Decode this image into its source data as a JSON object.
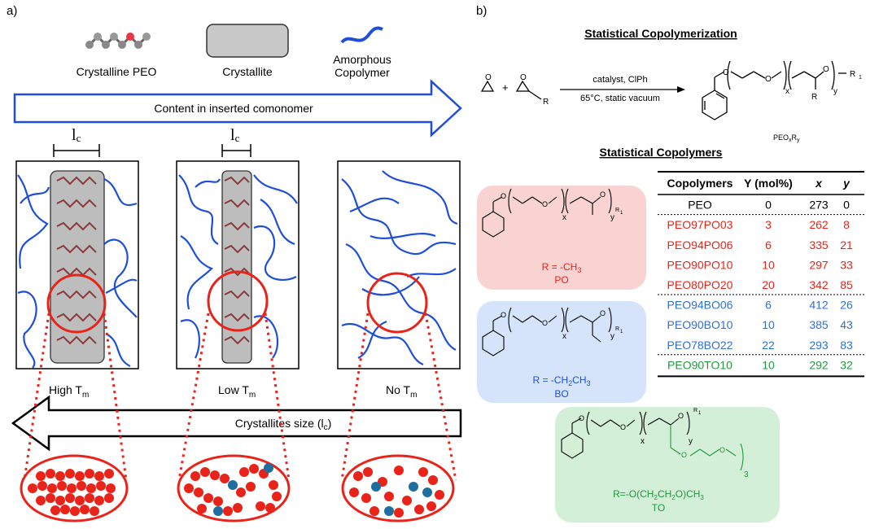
{
  "panel_a": {
    "label": "a)",
    "legend": {
      "crystalline": "Crystalline PEO",
      "crystallite": "Crystallite",
      "amorphous_1": "Amorphous",
      "amorphous_2": "Copolymer"
    },
    "arrow_content": "Content in inserted comonomer",
    "lc": "l",
    "lc_sub": "c",
    "boxes": [
      {
        "label": "High T",
        "sub": "m"
      },
      {
        "label": "Low T",
        "sub": "m"
      },
      {
        "label": "No T",
        "sub": "m"
      }
    ],
    "arrow_size": "Crystallites size (l",
    "arrow_size_sub": "c",
    "arrow_size_end": ")"
  },
  "panel_b": {
    "label": "b)",
    "title1": "Statistical Copolymerization",
    "reagent_top": "catalyst, ClPh",
    "reagent_bottom": "65°C, static vacuum",
    "product": "PEO",
    "product_x": "x",
    "product_r": "R",
    "product_y": "y",
    "title2": "Statistical Copolymers",
    "r_po": "R = -CH",
    "r_po_sub": "3",
    "po": "PO",
    "r_bo": "R = -CH",
    "r_bo_sub": "2",
    "r_bo_end": "CH",
    "r_bo_sub2": "3",
    "bo": "BO",
    "r_to": "R=-O(CH",
    "to": "TO",
    "struct_x": "x",
    "struct_y": "y",
    "struct_r": "R",
    "struct_three": "3",
    "struct_one": "1"
  },
  "table": {
    "headers": [
      "Copolymers",
      "Y (mol%)",
      "x",
      "y"
    ],
    "rows": [
      {
        "name": "PEO",
        "Y": "0",
        "x": "273",
        "y": "0",
        "color": "#000000"
      },
      {
        "name": "PEO97PO03",
        "Y": "3",
        "x": "262",
        "y": "8",
        "color": "#e8241a"
      },
      {
        "name": "PEO94PO06",
        "Y": "6",
        "x": "335",
        "y": "21",
        "color": "#e8241a"
      },
      {
        "name": "PEO90PO10",
        "Y": "10",
        "x": "297",
        "y": "33",
        "color": "#e8241a"
      },
      {
        "name": "PEO80PO20",
        "Y": "20",
        "x": "342",
        "y": "85",
        "color": "#e8241a"
      },
      {
        "name": "PEO94BO06",
        "Y": "6",
        "x": "412",
        "y": "26",
        "color": "#2e6fd8"
      },
      {
        "name": "PEO90BO10",
        "Y": "10",
        "x": "385",
        "y": "43",
        "color": "#2e6fd8"
      },
      {
        "name": "PEO78BO22",
        "Y": "22",
        "x": "293",
        "y": "83",
        "color": "#2e6fd8"
      },
      {
        "name": "PEO90TO10",
        "Y": "10",
        "x": "292",
        "y": "32",
        "color": "#1f9a3c"
      }
    ]
  },
  "colors": {
    "red": "#e8241a",
    "blue": "#1f4fd8",
    "green": "#1f9a3c",
    "pink_bg": "#f9d2d2",
    "blue_bg": "#d6e4fb",
    "green_bg": "#d4efd8"
  }
}
